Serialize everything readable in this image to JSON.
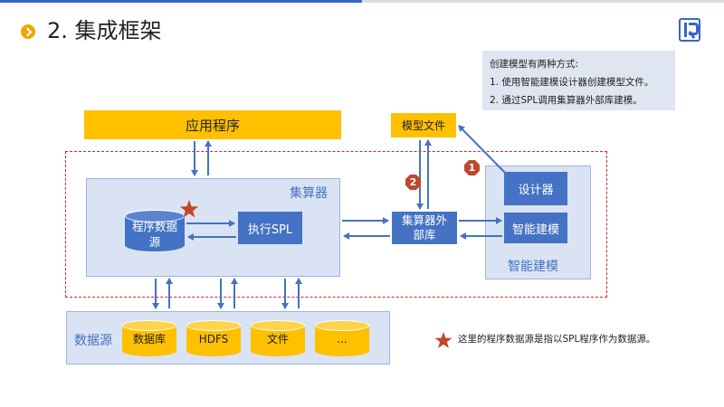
{
  "header": {
    "title": "2. 集成框架"
  },
  "note": {
    "heading": "创建模型有两种方式:",
    "items": [
      "1.    使用智能建模设计器创建模型文件。",
      "2.    通过SPL调用集算器外部库建模。"
    ]
  },
  "boxes": {
    "app": "应用程序",
    "model_file": "模型文件",
    "calculator_label": "集算器",
    "program_datasource": "程序数据源",
    "exec_spl": "执行SPL",
    "gateway": "集算器外部库",
    "designer": "设计器",
    "smart_modeling": "智能建模",
    "smart_label": "智能建模"
  },
  "datasource": {
    "label": "数据源",
    "items": [
      "数据库",
      "HDFS",
      "文件",
      "..."
    ]
  },
  "badges": {
    "one": "1",
    "two": "2"
  },
  "legend": {
    "text": "这里的程序数据源是指以SPL程序作为数据源。"
  },
  "colors": {
    "accent_blue": "#4472c4",
    "yellow": "#ffc000",
    "light_blue": "#dae3f3",
    "dashed_red": "#e02020",
    "badge_red": "#c0472a"
  }
}
